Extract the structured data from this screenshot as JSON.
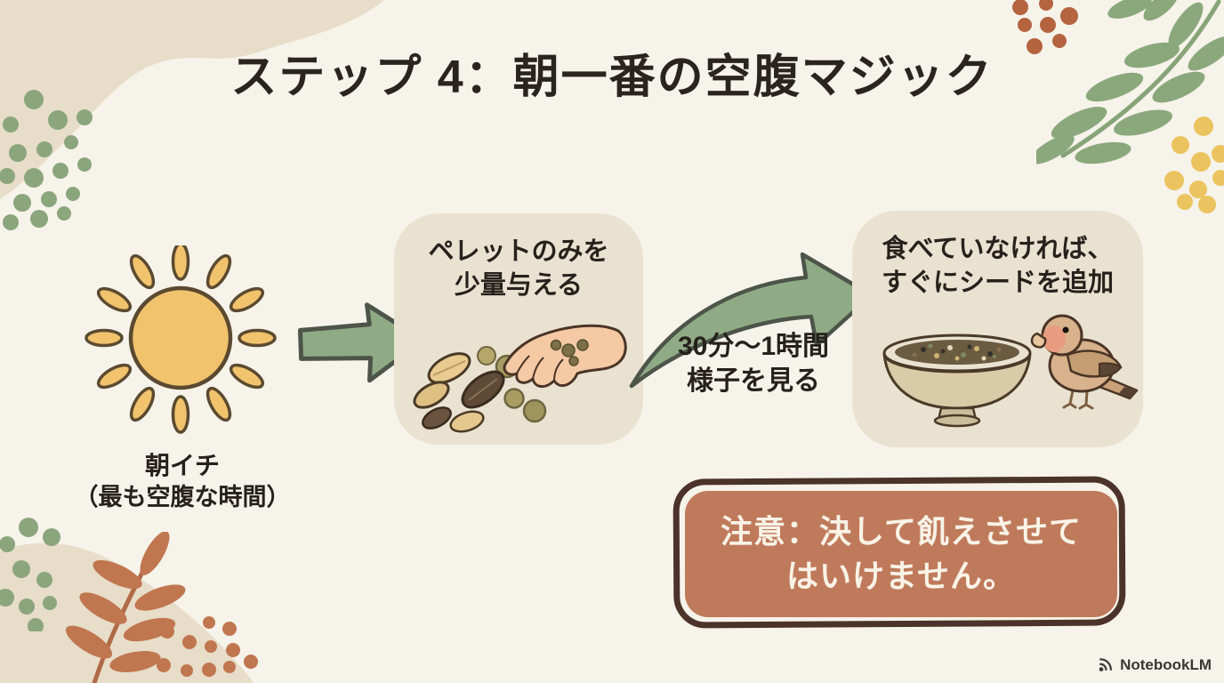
{
  "title": "ステップ 4：朝一番の空腹マジック",
  "flow": {
    "morning": {
      "line1": "朝イチ",
      "line2": "（最も空腹な時間）"
    },
    "step1": {
      "line1": "ペレットのみを",
      "line2": "少量与える"
    },
    "wait": {
      "line1": "30分〜1時間",
      "line2": "様子を見る"
    },
    "step2": {
      "line1": "食べていなければ、",
      "line2": "すぐにシードを追加"
    }
  },
  "warning": {
    "line1": "注意：決して飢えさせて",
    "line2": "はいけません。"
  },
  "footer": {
    "watermark": "NotebookLM"
  },
  "illustrations": {
    "sun": "morning-sun",
    "step1_art": "hand-offering-pellets-and-seeds",
    "step2_art": "seed-bowl-with-lovebird",
    "arrows": [
      "straight-green-arrow",
      "curved-green-arrow"
    ]
  },
  "palette": {
    "background": "#f6f3ea",
    "card_bg": "#eae2d1",
    "arrow_green": "#8fab85",
    "arrow_outline": "#4d5449",
    "warning_fill": "#bf7a5c",
    "warning_border": "#4b3329",
    "warning_text": "#f9f3e7",
    "text_dark": "#26211c",
    "sun_yellow": "#f1c36d",
    "blob_beige": "#e7ddc9",
    "dot_green": "#8ba57d",
    "dot_rust": "#b4643f",
    "dot_yellow": "#ebc45f",
    "leaf_green": "#8aa87c",
    "leaf_terracotta": "#c0764f"
  }
}
